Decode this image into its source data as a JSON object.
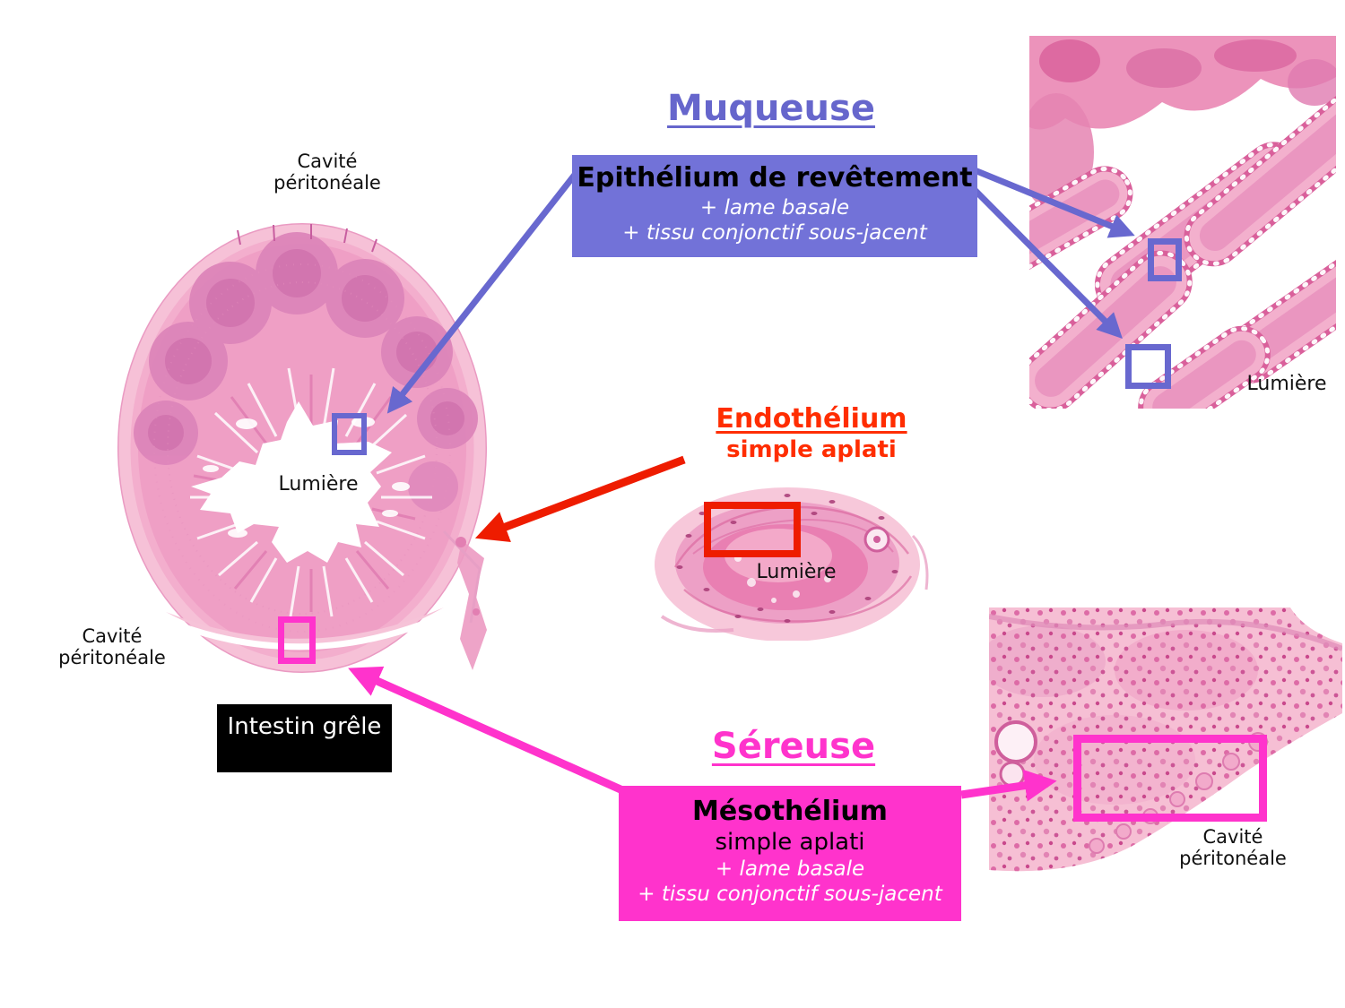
{
  "colors": {
    "purple_arrow": "#6868cf",
    "purple_box_fill": "#7272d8",
    "purple_title": "#6666cc",
    "red_arrow": "#ee1c00",
    "red_title": "#ff2d00",
    "magenta": "#ff33cc",
    "black_box_fill": "#000000",
    "histology_light_pink": "#f6c3d8",
    "histology_mid_pink": "#ee9dc6",
    "histology_dark_pink": "#d9609b"
  },
  "muqueuse": {
    "title": "Muqueuse",
    "box": {
      "line1": "Epithélium de revêtement",
      "line2": "+ lame basale",
      "line3": "+ tissu conjonctif sous-jacent"
    }
  },
  "endothelium": {
    "title": "Endothélium",
    "subtitle": "simple aplati"
  },
  "sereuse": {
    "title": "Séreuse",
    "box": {
      "line1": "Mésothélium",
      "line2": "simple aplati",
      "line3": "+ lame basale",
      "line4": "+ tissu conjonctif sous-jacent"
    }
  },
  "labels": {
    "cavite_line1": "Cavité",
    "cavite_line2": "péritonéale",
    "lumiere": "Lumière",
    "intestin_grele": "Intestin grêle"
  }
}
